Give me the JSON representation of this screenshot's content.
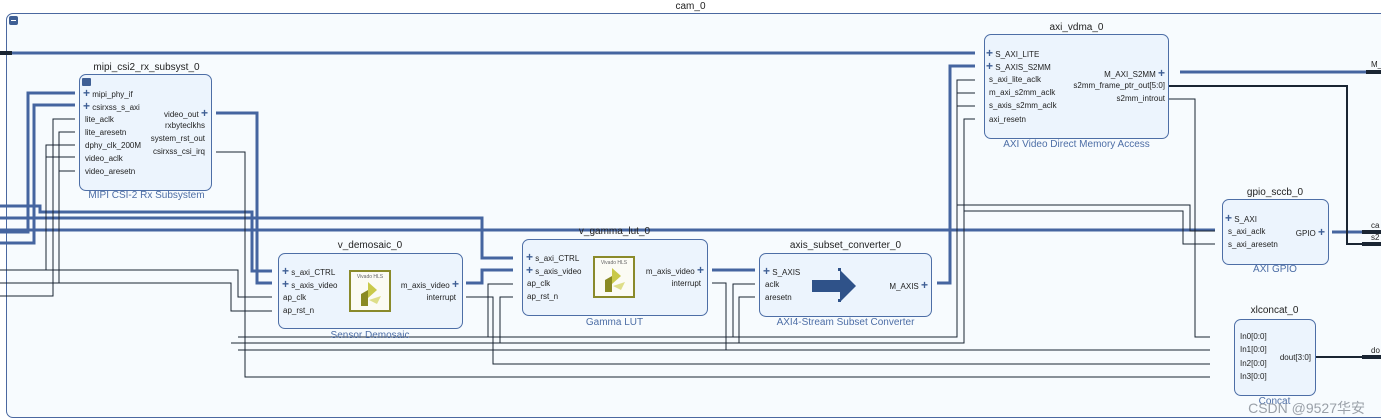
{
  "hierarchy": {
    "name": "cam_0"
  },
  "blocks": {
    "mipi": {
      "name": "mipi_csi2_rx_subsyst_0",
      "subtitle": "MIPI CSI-2 Rx Subsystem",
      "inputs": [
        "mipi_phy_if",
        "csirxss_s_axi",
        "lite_aclk",
        "lite_aresetn",
        "dphy_clk_200M",
        "video_aclk",
        "video_aresetn"
      ],
      "outputs": [
        "video_out",
        "rxbyteclkhs",
        "system_rst_out",
        "csirxss_csi_irq"
      ]
    },
    "demosaic": {
      "name": "v_demosaic_0",
      "subtitle": "Sensor Demosaic",
      "logo": "Vivado HLS",
      "inputs": [
        "s_axi_CTRL",
        "s_axis_video",
        "ap_clk",
        "ap_rst_n"
      ],
      "outputs": [
        "m_axis_video",
        "interrupt"
      ]
    },
    "gamma": {
      "name": "v_gamma_lut_0",
      "subtitle": "Gamma LUT",
      "logo": "Vivado HLS",
      "inputs": [
        "s_axi_CTRL",
        "s_axis_video",
        "ap_clk",
        "ap_rst_n"
      ],
      "outputs": [
        "m_axis_video",
        "interrupt"
      ]
    },
    "subset": {
      "name": "axis_subset_converter_0",
      "subtitle": "AXI4-Stream Subset Converter",
      "inputs": [
        "S_AXIS",
        "aclk",
        "aresetn"
      ],
      "outputs": [
        "M_AXIS"
      ]
    },
    "vdma": {
      "name": "axi_vdma_0",
      "subtitle": "AXI Video Direct Memory Access",
      "inputs": [
        "S_AXI_LITE",
        "S_AXIS_S2MM",
        "s_axi_lite_aclk",
        "m_axi_s2mm_aclk",
        "s_axis_s2mm_aclk",
        "axi_resetn"
      ],
      "outputs": [
        "M_AXI_S2MM",
        "s2mm_frame_ptr_out[5:0]",
        "s2mm_introut"
      ]
    },
    "gpio": {
      "name": "gpio_sccb_0",
      "subtitle": "AXI GPIO",
      "inputs": [
        "S_AXI",
        "s_axi_aclk",
        "s_axi_aresetn"
      ],
      "outputs": [
        "GPIO"
      ]
    },
    "concat": {
      "name": "xlconcat_0",
      "subtitle": "Concat",
      "inputs": [
        "In0[0:0]",
        "In1[0:0]",
        "In2[0:0]",
        "In3[0:0]"
      ],
      "outputs": [
        "dout[3:0]"
      ]
    }
  },
  "external_ports": {
    "right": [
      "M_",
      "ca",
      "s2",
      "do"
    ]
  },
  "watermark": "CSDN @9527华安",
  "colors": {
    "bus": "#4565a0",
    "wire": "#1a2533",
    "block_fill": "#ecf4fd",
    "block_border": "#4d6ea6",
    "canvas": "#f7fbfe"
  }
}
